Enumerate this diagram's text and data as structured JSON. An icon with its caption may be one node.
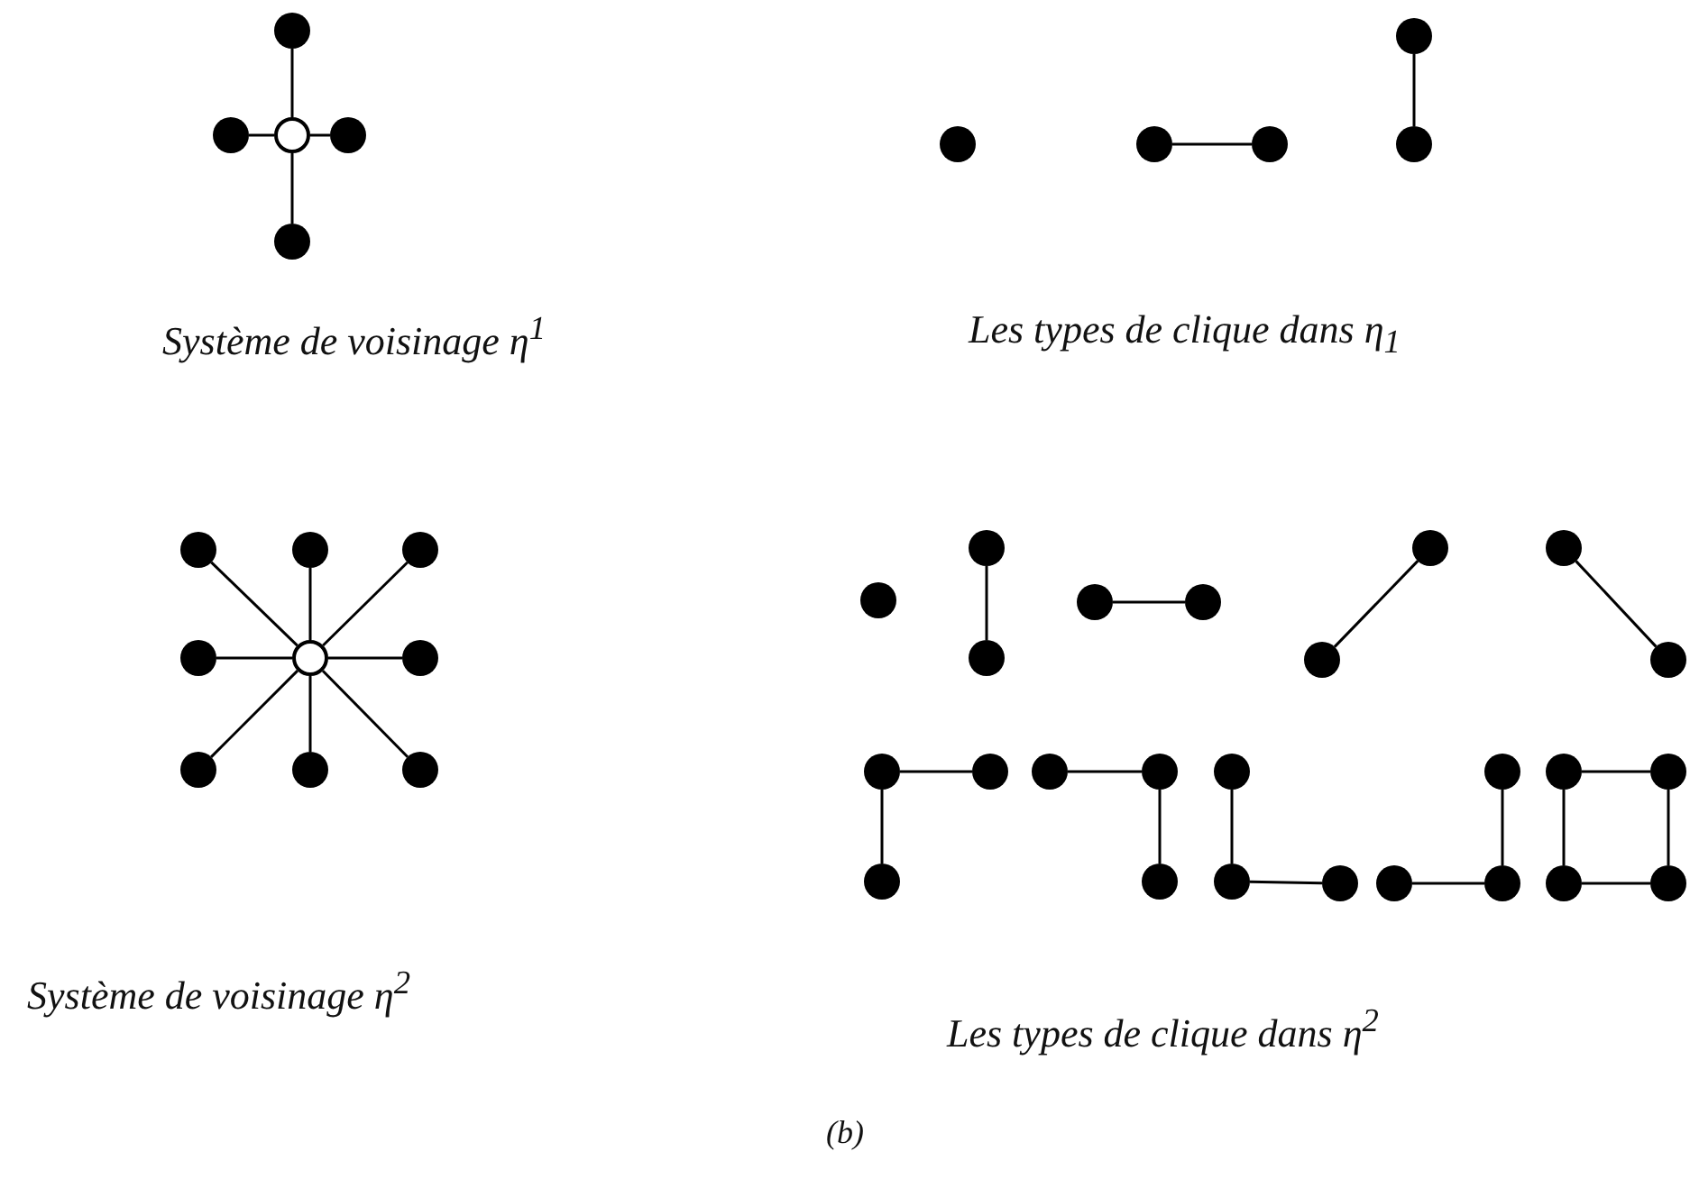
{
  "diagram": {
    "nodes": [
      {
        "text": [],
        "shape": "circle"
      },
      {
        "text": [],
        "shape": "circle"
      },
      {
        "text": [],
        "shape": "circle"
      },
      {
        "text": [],
        "shape": "circle"
      },
      {
        "text": [],
        "shape": "circle"
      },
      {
        "text": [],
        "shape": "circle"
      },
      {
        "text": [],
        "shape": "circle"
      },
      {
        "text": [],
        "shape": "circle"
      },
      {
        "text": [],
        "shape": "circle"
      },
      {
        "text": [],
        "shape": "circle"
      },
      {
        "text": [],
        "shape": "circle"
      },
      {
        "text": [],
        "shape": "circle"
      },
      {
        "text": [],
        "shape": "circle"
      },
      {
        "text": [],
        "shape": "circle"
      },
      {
        "text": [],
        "shape": "circle"
      },
      {
        "text": [],
        "shape": "circle"
      },
      {
        "text": [],
        "shape": "circle"
      },
      {
        "text": [],
        "shape": "circle"
      },
      {
        "text": [],
        "shape": "circle"
      },
      {
        "text": [],
        "shape": "circle"
      },
      {
        "text": [],
        "shape": "circle"
      },
      {
        "text": [],
        "shape": "circle"
      },
      {
        "text": [],
        "shape": "circle"
      },
      {
        "text": [],
        "shape": "circle"
      },
      {
        "text": [],
        "shape": "circle"
      },
      {
        "text": [],
        "shape": "circle"
      },
      {
        "text": [],
        "shape": "circle"
      },
      {
        "text": [],
        "shape": "circle"
      },
      {
        "text": [],
        "shape": "circle"
      },
      {
        "text": [],
        "shape": "circle"
      },
      {
        "text": [],
        "shape": "circle"
      },
      {
        "text": [],
        "shape": "circle"
      },
      {
        "text": [],
        "shape": "circle"
      },
      {
        "text": [],
        "shape": "circle"
      },
      {
        "text": [],
        "shape": "circle"
      },
      {
        "text": [],
        "shape": "circle"
      },
      {
        "text": [],
        "shape": "circle"
      },
      {
        "text": [],
        "shape": "circle"
      },
      {
        "text": [],
        "shape": "circle"
      },
      {
        "text": [],
        "shape": "circle"
      },
      {
        "text": [],
        "shape": "circle"
      },
      {
        "text": [],
        "shape": "circle"
      },
      {
        "text": [],
        "shape": "circle"
      },
      {
        "text": [],
        "shape": "circle"
      }
    ],
    "edges": [
      {
        "from": 2,
        "to": 0,
        "arrow": "none"
      },
      {
        "from": 2,
        "to": 1,
        "arrow": "none"
      },
      {
        "from": 2,
        "to": 3,
        "arrow": "none"
      },
      {
        "from": 2,
        "to": 4,
        "arrow": "none"
      },
      {
        "from": 6,
        "to": 7,
        "arrow": "none"
      },
      {
        "from": 8,
        "to": 9,
        "arrow": "none"
      },
      {
        "from": 14,
        "to": 10,
        "arrow": "none"
      },
      {
        "from": 14,
        "to": 11,
        "arrow": "none"
      },
      {
        "from": 14,
        "to": 12,
        "arrow": "none"
      },
      {
        "from": 14,
        "to": 13,
        "arrow": "none"
      },
      {
        "from": 14,
        "to": 15,
        "arrow": "none"
      },
      {
        "from": 14,
        "to": 16,
        "arrow": "none"
      },
      {
        "from": 14,
        "to": 17,
        "arrow": "none"
      },
      {
        "from": 14,
        "to": 18,
        "arrow": "none"
      },
      {
        "from": 20,
        "to": 21,
        "arrow": "none"
      },
      {
        "from": 22,
        "to": 23,
        "arrow": "none"
      },
      {
        "from": 25,
        "to": 24,
        "arrow": "none"
      },
      {
        "from": 26,
        "to": 27,
        "arrow": "none"
      },
      {
        "from": 28,
        "to": 29,
        "arrow": "none"
      },
      {
        "from": 28,
        "to": 30,
        "arrow": "none"
      },
      {
        "from": 31,
        "to": 32,
        "arrow": "none"
      },
      {
        "from": 32,
        "to": 33,
        "arrow": "none"
      },
      {
        "from": 34,
        "to": 35,
        "arrow": "none"
      },
      {
        "from": 35,
        "to": 36,
        "arrow": "none"
      },
      {
        "from": 38,
        "to": 39,
        "arrow": "none"
      },
      {
        "from": 37,
        "to": 39,
        "arrow": "none"
      },
      {
        "from": 40,
        "to": 41,
        "arrow": "none"
      },
      {
        "from": 40,
        "to": 42,
        "arrow": "none"
      },
      {
        "from": 41,
        "to": 43,
        "arrow": "none"
      },
      {
        "from": 42,
        "to": 43,
        "arrow": "none"
      }
    ],
    "labels": [
      "Système de voisinage η$^{1}$",
      "Les types de clique dans η$_{1}$",
      "Système de voisinage η$^{2}$",
      "Les types de clique dans η$^{2}$",
      "(b)"
    ]
  }
}
